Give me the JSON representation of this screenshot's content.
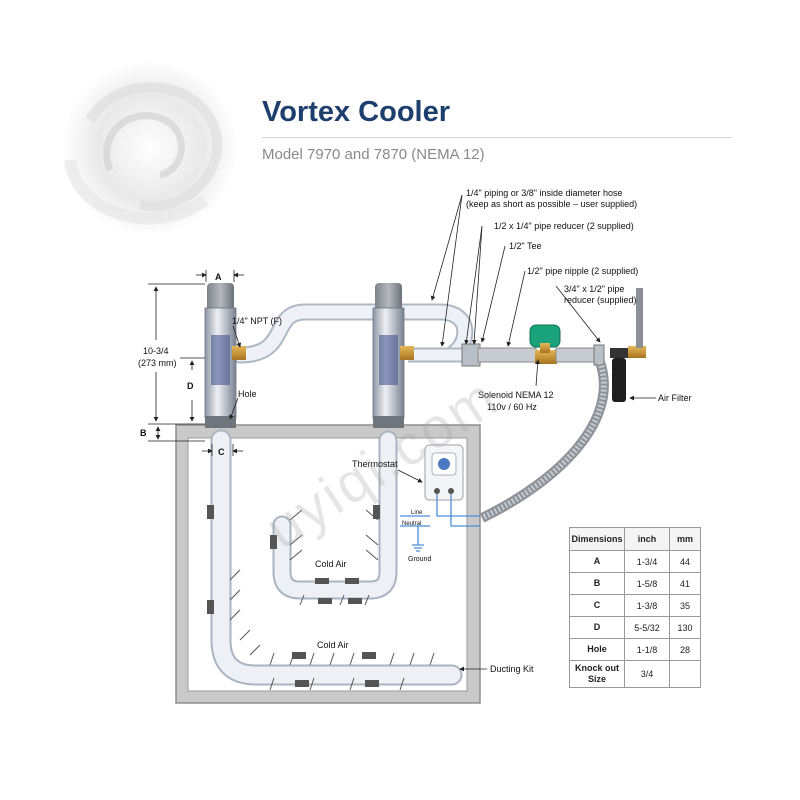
{
  "header": {
    "title": "Vortex Cooler",
    "subtitle": "Model 7970 and 7870 (NEMA 12)"
  },
  "labels": {
    "dim_a": "A",
    "dim_b": "B",
    "dim_c": "C",
    "dim_d": "D",
    "height_1": "10-3/4",
    "height_2": "(273 mm)",
    "npt": "1/4\" NPT (F)",
    "hole": "Hole",
    "piping_1": "1/4\" piping or 3/8\" inside diameter hose",
    "piping_2": "(keep as short as possible – user supplied)",
    "reducer_1": "1/2 x 1/4\" pipe reducer (2 supplied)",
    "tee": "1/2\" Tee",
    "nipple": "1/2\" pipe nipple (2 supplied)",
    "reducer_2a": "3/4\" x 1/2\" pipe",
    "reducer_2b": "reducer (supplied)",
    "solenoid_1": "Solenoid NEMA 12",
    "solenoid_2": "110v / 60 Hz",
    "air_filter": "Air Filter",
    "thermostat": "Thermostat",
    "line": "Line",
    "neutral": "Neutral",
    "ground": "Ground",
    "cold_air_1": "Cold Air",
    "cold_air_2": "Cold Air",
    "ducting_kit": "Ducting Kit"
  },
  "watermark": "uyiqi.com",
  "dimensions_table": {
    "headers": [
      "Dimensions",
      "inch",
      "mm"
    ],
    "rows": [
      {
        "label": "A",
        "inch": "1-3/4",
        "mm": "44"
      },
      {
        "label": "B",
        "inch": "1-5/8",
        "mm": "41"
      },
      {
        "label": "C",
        "inch": "1-3/8",
        "mm": "35"
      },
      {
        "label": "D",
        "inch": "5-5/32",
        "mm": "130"
      },
      {
        "label": "Hole",
        "inch": "1-1/8",
        "mm": "28"
      },
      {
        "label": "Knock out Size",
        "inch": "3/4",
        "mm": ""
      }
    ]
  },
  "colors": {
    "title": "#1d3f6e",
    "cabinet": "#c9c9c9",
    "wire_blue": "#4a8fd8",
    "solenoid": "#1aa37a",
    "valve_brass": "#c98a2a"
  }
}
